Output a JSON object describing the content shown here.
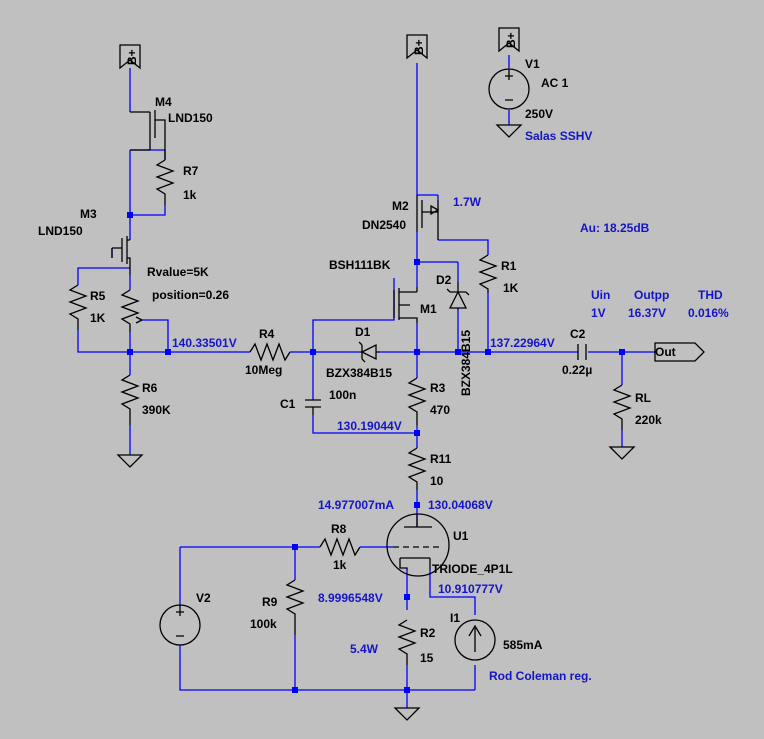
{
  "supply": {
    "bplus": "B+"
  },
  "components": {
    "m4": {
      "name": "M4",
      "value": "LND150"
    },
    "r7": {
      "name": "R7",
      "value": "1k"
    },
    "m3": {
      "name": "M3",
      "value": "LND150"
    },
    "r5": {
      "name": "R5",
      "value": "1K"
    },
    "pot": {
      "rvalue": "Rvalue=5K",
      "position": "position=0.26"
    },
    "r6": {
      "name": "R6",
      "value": "390K"
    },
    "r4": {
      "name": "R4",
      "value": "10Meg"
    },
    "m2": {
      "name": "M2",
      "value": "DN2540",
      "power": "1.7W"
    },
    "r1": {
      "name": "R1",
      "value": "1K"
    },
    "m1": {
      "name": "M1",
      "value": "BSH111BK"
    },
    "d1": {
      "name": "D1",
      "value": "BZX384B15"
    },
    "d2": {
      "name": "D2",
      "value": "BZX384B15"
    },
    "c1": {
      "name": "C1",
      "value": "100n"
    },
    "r3": {
      "name": "R3",
      "value": "470"
    },
    "c2": {
      "name": "C2",
      "value": "0.22µ"
    },
    "rl": {
      "name": "RL",
      "value": "220k"
    },
    "r11": {
      "name": "R11",
      "value": "10"
    },
    "r8": {
      "name": "R8",
      "value": "1k"
    },
    "u1": {
      "name": "U1",
      "value": "TRIODE_4P1L"
    },
    "v2": {
      "name": "V2"
    },
    "r9": {
      "name": "R9",
      "value": "100k"
    },
    "r2": {
      "name": "R2",
      "value": "15",
      "power": "5.4W"
    },
    "i1": {
      "name": "I1",
      "value": "585mA",
      "note": "Rod Coleman reg."
    },
    "v1": {
      "name": "V1",
      "spec": "AC 1",
      "value": "250V",
      "note": "Salas SSHV"
    }
  },
  "nodes": {
    "n_gate_ref": "140.33501V",
    "n_out_dc": "137.22964V",
    "n_c1": "130.19044V",
    "anode_current": "14.977007mA",
    "anode_v": "130.04068V",
    "cathode_v": "8.9996548V",
    "filament_v": "10.910777V"
  },
  "out_label": "Out",
  "info": {
    "gain": "Au: 18.25dB",
    "uin_h": "Uin",
    "uin_v": "1V",
    "outpp_h": "Outpp",
    "outpp_v": "16.37V",
    "thd_h": "THD",
    "thd_v": "0.016%"
  }
}
